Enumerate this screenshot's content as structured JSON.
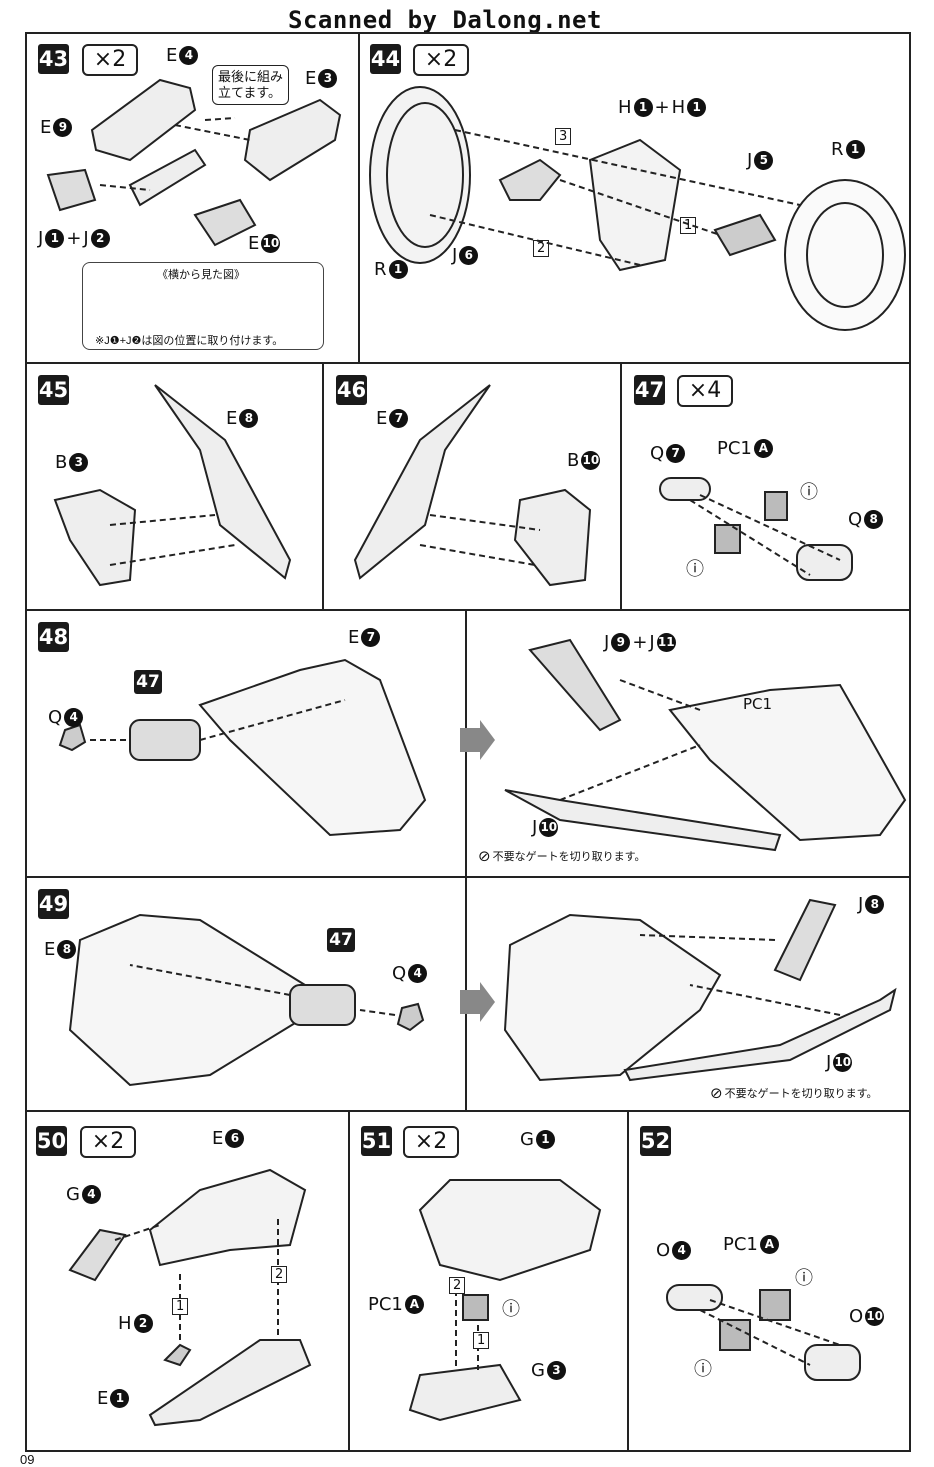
{
  "watermark": "Scanned by Dalong.net",
  "page_number": "09",
  "steps": {
    "s43": {
      "no": "43",
      "mult": "×2",
      "callout_line1": "最後に組み",
      "callout_line2": "立てます。",
      "subtitle": "《横から見た図》",
      "footnote": "※J❶+J❷は図の位置に取り付けます。",
      "labels": {
        "e4": "E",
        "e4n": "4",
        "e3": "E",
        "e3n": "3",
        "e9": "E",
        "e9n": "9",
        "j1": "J",
        "j1n": "1",
        "plus": "+",
        "j2": "J",
        "j2n": "2",
        "e10": "E",
        "e10n": "10"
      }
    },
    "s44": {
      "no": "44",
      "mult": "×2",
      "labels": {
        "h1a": "H",
        "h1an": "1",
        "plus": "+",
        "h1b": "H",
        "h1bn": "1",
        "j5": "J",
        "j5n": "5",
        "r1a": "R",
        "r1an": "1",
        "r1b": "R",
        "r1bn": "1",
        "j6": "J",
        "j6n": "6",
        "step1": "1",
        "step2": "2",
        "step3": "3"
      }
    },
    "s45": {
      "no": "45",
      "labels": {
        "e8": "E",
        "e8n": "8",
        "b3": "B",
        "b3n": "3"
      }
    },
    "s46": {
      "no": "46",
      "labels": {
        "e7": "E",
        "e7n": "7",
        "b10": "B",
        "b10n": "10"
      }
    },
    "s47": {
      "no": "47",
      "mult": "×4",
      "labels": {
        "q7": "Q",
        "q7n": "7",
        "pc1": "PC1",
        "pc1n": "A",
        "q8": "Q",
        "q8n": "8"
      }
    },
    "s48": {
      "no": "48",
      "ref": "47",
      "note": "不要なゲートを切り取ります。",
      "labels": {
        "q4": "Q",
        "q4n": "4",
        "e7": "E",
        "e7n": "7",
        "j9": "J",
        "j9n": "9",
        "plus": "+",
        "j11": "J",
        "j11n": "11",
        "pc1": "PC1",
        "j10": "J",
        "j10n": "10"
      }
    },
    "s49": {
      "no": "49",
      "ref": "47",
      "note": "不要なゲートを切り取ります。",
      "labels": {
        "e8": "E",
        "e8n": "8",
        "q4": "Q",
        "q4n": "4",
        "j8": "J",
        "j8n": "8",
        "j10": "J",
        "j10n": "10"
      }
    },
    "s50": {
      "no": "50",
      "mult": "×2",
      "labels": {
        "e6": "E",
        "e6n": "6",
        "g4": "G",
        "g4n": "4",
        "h2": "H",
        "h2n": "2",
        "e1": "E",
        "e1n": "1",
        "step1": "1",
        "step2": "2"
      }
    },
    "s51": {
      "no": "51",
      "mult": "×2",
      "labels": {
        "g1": "G",
        "g1n": "1",
        "pc1": "PC1",
        "pc1n": "A",
        "g3": "G",
        "g3n": "3",
        "step1": "1",
        "step2": "2"
      }
    },
    "s52": {
      "no": "52",
      "labels": {
        "o4": "O",
        "o4n": "4",
        "pc1": "PC1",
        "pc1n": "A",
        "o10": "O",
        "o10n": "10"
      }
    }
  }
}
